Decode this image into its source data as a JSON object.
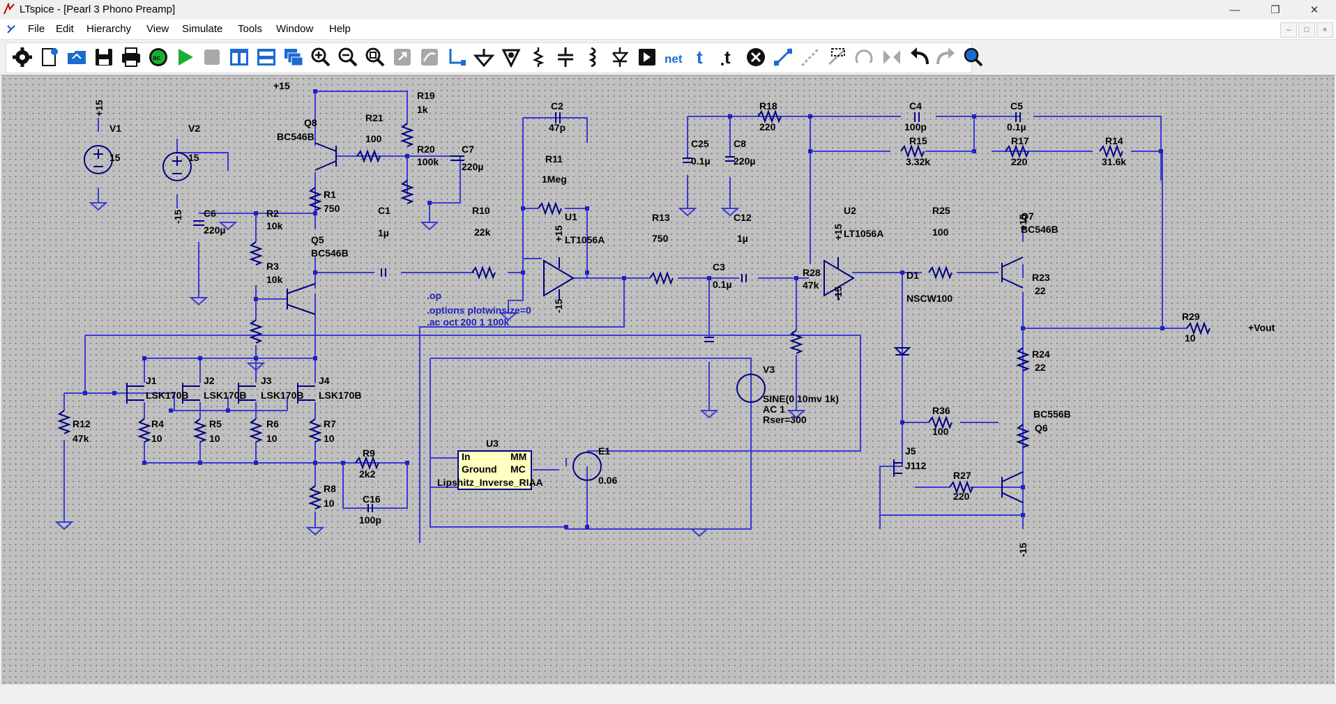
{
  "window": {
    "title": "LTspice - [Pearl 3 Phono Preamp]"
  },
  "menu": {
    "items": [
      "File",
      "Edit",
      "Hierarchy",
      "View",
      "Simulate",
      "Tools",
      "Window",
      "Help"
    ]
  },
  "toolbar": {
    "tools": [
      "settings",
      "new-schematic",
      "open",
      "save",
      "print",
      "control-panel",
      "run",
      "halt",
      "tile-vertical",
      "tile-horizontal",
      "cascade",
      "zoom-in",
      "zoom-out",
      "zoom-fit",
      "zoom-back",
      "autorange",
      "draw-wire",
      "place-ground",
      "place-label",
      "place-resistor",
      "place-capacitor",
      "place-inductor",
      "place-diode",
      "place-component",
      "net-name",
      "text",
      "spice-directive",
      "delete",
      "duplicate",
      "move",
      "drag",
      "rotate",
      "mirror",
      "undo",
      "redo",
      "find"
    ],
    "net_label": "net"
  },
  "schematic": {
    "components": [
      {
        "id": "V1",
        "label": "V1",
        "value": "15",
        "rail": "+15"
      },
      {
        "id": "V2",
        "label": "V2",
        "value": "15",
        "rail": "-15"
      },
      {
        "id": "Q8",
        "label": "Q8",
        "value": "BC546B"
      },
      {
        "id": "R21",
        "label": "R21",
        "value": "100"
      },
      {
        "id": "R19",
        "label": "R19",
        "value": "1k"
      },
      {
        "id": "R20",
        "label": "R20",
        "value": "100k"
      },
      {
        "id": "C7",
        "label": "C7",
        "value": "220µ"
      },
      {
        "id": "R1",
        "label": "R1",
        "value": "750"
      },
      {
        "id": "C6",
        "label": "C6",
        "value": "220µ"
      },
      {
        "id": "R2",
        "label": "R2",
        "value": "10k"
      },
      {
        "id": "R3",
        "label": "R3",
        "value": "10k"
      },
      {
        "id": "Q5",
        "label": "Q5",
        "value": "BC546B"
      },
      {
        "id": "C1",
        "label": "C1",
        "value": "1µ"
      },
      {
        "id": "R10",
        "label": "R10",
        "value": "22k"
      },
      {
        "id": "C2",
        "label": "C2",
        "value": "47p"
      },
      {
        "id": "R11",
        "label": "R11",
        "value": "1Meg"
      },
      {
        "id": "U1",
        "label": "U1",
        "value": "LT1056A"
      },
      {
        "id": "R13",
        "label": "R13",
        "value": "750"
      },
      {
        "id": "C12",
        "label": "C12",
        "value": "1µ"
      },
      {
        "id": "C3",
        "label": "C3",
        "value": "0.1µ"
      },
      {
        "id": "R28",
        "label": "R28",
        "value": "47k"
      },
      {
        "id": "C25",
        "label": "C25",
        "value": "0.1µ"
      },
      {
        "id": "C8",
        "label": "C8",
        "value": "220µ"
      },
      {
        "id": "R18",
        "label": "R18",
        "value": "220"
      },
      {
        "id": "C4",
        "label": "C4",
        "value": "100p"
      },
      {
        "id": "C5",
        "label": "C5",
        "value": "0.1µ"
      },
      {
        "id": "R15",
        "label": "R15",
        "value": "3.32k"
      },
      {
        "id": "R17",
        "label": "R17",
        "value": "220"
      },
      {
        "id": "R14",
        "label": "R14",
        "value": "31.6k"
      },
      {
        "id": "U2",
        "label": "U2",
        "value": "LT1056A"
      },
      {
        "id": "R25",
        "label": "R25",
        "value": "100"
      },
      {
        "id": "Q7",
        "label": "Q7",
        "value": "BC546B"
      },
      {
        "id": "D1",
        "label": "D1",
        "value": "NSCW100"
      },
      {
        "id": "R23",
        "label": "R23",
        "value": "22"
      },
      {
        "id": "R29",
        "label": "R29",
        "value": "10"
      },
      {
        "id": "R24",
        "label": "R24",
        "value": "22"
      },
      {
        "id": "Q6",
        "label": "Q6",
        "value": "BC556B"
      },
      {
        "id": "R36",
        "label": "R36",
        "value": "100"
      },
      {
        "id": "J5",
        "label": "J5",
        "value": "J112"
      },
      {
        "id": "R27",
        "label": "R27",
        "value": "220"
      },
      {
        "id": "J1",
        "label": "J1",
        "value": "LSK170B"
      },
      {
        "id": "J2",
        "label": "J2",
        "value": "LSK170B"
      },
      {
        "id": "J3",
        "label": "J3",
        "value": "LSK170B"
      },
      {
        "id": "J4",
        "label": "J4",
        "value": "LSK170B"
      },
      {
        "id": "R12",
        "label": "R12",
        "value": "47k"
      },
      {
        "id": "R4",
        "label": "R4",
        "value": "10"
      },
      {
        "id": "R5",
        "label": "R5",
        "value": "10"
      },
      {
        "id": "R6",
        "label": "R6",
        "value": "10"
      },
      {
        "id": "R7",
        "label": "R7",
        "value": "10"
      },
      {
        "id": "R8",
        "label": "R8",
        "value": "10"
      },
      {
        "id": "R9",
        "label": "R9",
        "value": "2k2"
      },
      {
        "id": "C16",
        "label": "C16",
        "value": "100p"
      },
      {
        "id": "U3",
        "label": "U3",
        "value": "Lipshitz_Inverse_RIAA"
      },
      {
        "id": "E1",
        "label": "E1",
        "value": "0.06"
      },
      {
        "id": "V3",
        "label": "V3",
        "value": "SINE(0 10mv 1k)"
      }
    ],
    "v3_extra": [
      "AC 1",
      "Rser=300"
    ],
    "u3_pins": {
      "in": "In",
      "mm": "MM",
      "ground": "Ground",
      "mc": "MC"
    },
    "directives": [
      ".op",
      ".options plotwinsize=0",
      ".ac oct 200 1 100k"
    ],
    "net_labels": {
      "plus15": "+15",
      "minus15": "-15",
      "vout": "+Vout"
    }
  },
  "colors": {
    "wire": "#3a3ad6",
    "component": "#000080",
    "background": "#c0c0c0",
    "junction": "#2020c0",
    "directive": "#2020c0"
  }
}
